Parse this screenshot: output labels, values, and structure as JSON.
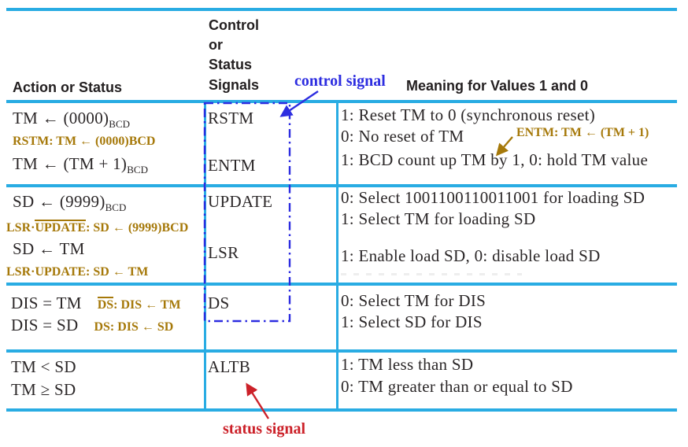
{
  "colors": {
    "table_line": "#29ace3",
    "body_text": "#2b2728",
    "annotation_gold": "#a6790a",
    "annotation_blue": "#2d2de0",
    "annotation_red": "#cc2129"
  },
  "header": {
    "action": "Action or Status",
    "signals_lines": [
      "Control",
      "or",
      "Status",
      "Signals"
    ],
    "meaning": "Meaning for Values 1 and 0",
    "control_label": "control signal",
    "status_label": "status signal"
  },
  "table": {
    "row1": {
      "action1_text": "TM ← (0000)",
      "action1_sub": "BCD",
      "annotation1": "RSTM: TM ← (0000)BCD",
      "action2_text": "TM ← (TM + 1)",
      "action2_sub": "BCD",
      "signal1": "RSTM",
      "signal2": "ENTM",
      "meaning1": "1: Reset TM to 0 (synchronous reset)",
      "meaning2": "0: No reset of TM",
      "meaning_annotation": "ENTM: TM ← (TM + 1)",
      "meaning3": "1: BCD count up TM by 1, 0: hold TM value"
    },
    "row2": {
      "action1_text": "SD ← (9999)",
      "action1_sub": "BCD",
      "annotation1_pre": "LSR·",
      "annotation1_ov": "UPDATE",
      "annotation1_post": ": SD ← (9999)BCD",
      "action2_text": "SD ← TM",
      "annotation2": "LSR·UPDATE: SD ← TM",
      "signal1": "UPDATE",
      "signal2": "LSR",
      "meaning1": "0: Select 1001100110011001 for loading SD",
      "meaning2": "1: Select TM for loading SD",
      "meaning3": "1: Enable load SD, 0: disable load SD"
    },
    "row3": {
      "action1": "DIS = TM",
      "annotation1_ov": "DS",
      "annotation1_post": ": DIS ← TM",
      "action2": "DIS  =  SD",
      "annotation2": "DS: DIS ← SD",
      "signal1": "DS",
      "meaning1": "0: Select TM for DIS",
      "meaning2": "1: Select SD for DIS"
    },
    "row4": {
      "action1": "TM < SD",
      "action2": "TM ≥ SD",
      "signal1": "ALTB",
      "meaning1": "1: TM less than SD",
      "meaning2": "0: TM greater than or equal to SD"
    }
  }
}
